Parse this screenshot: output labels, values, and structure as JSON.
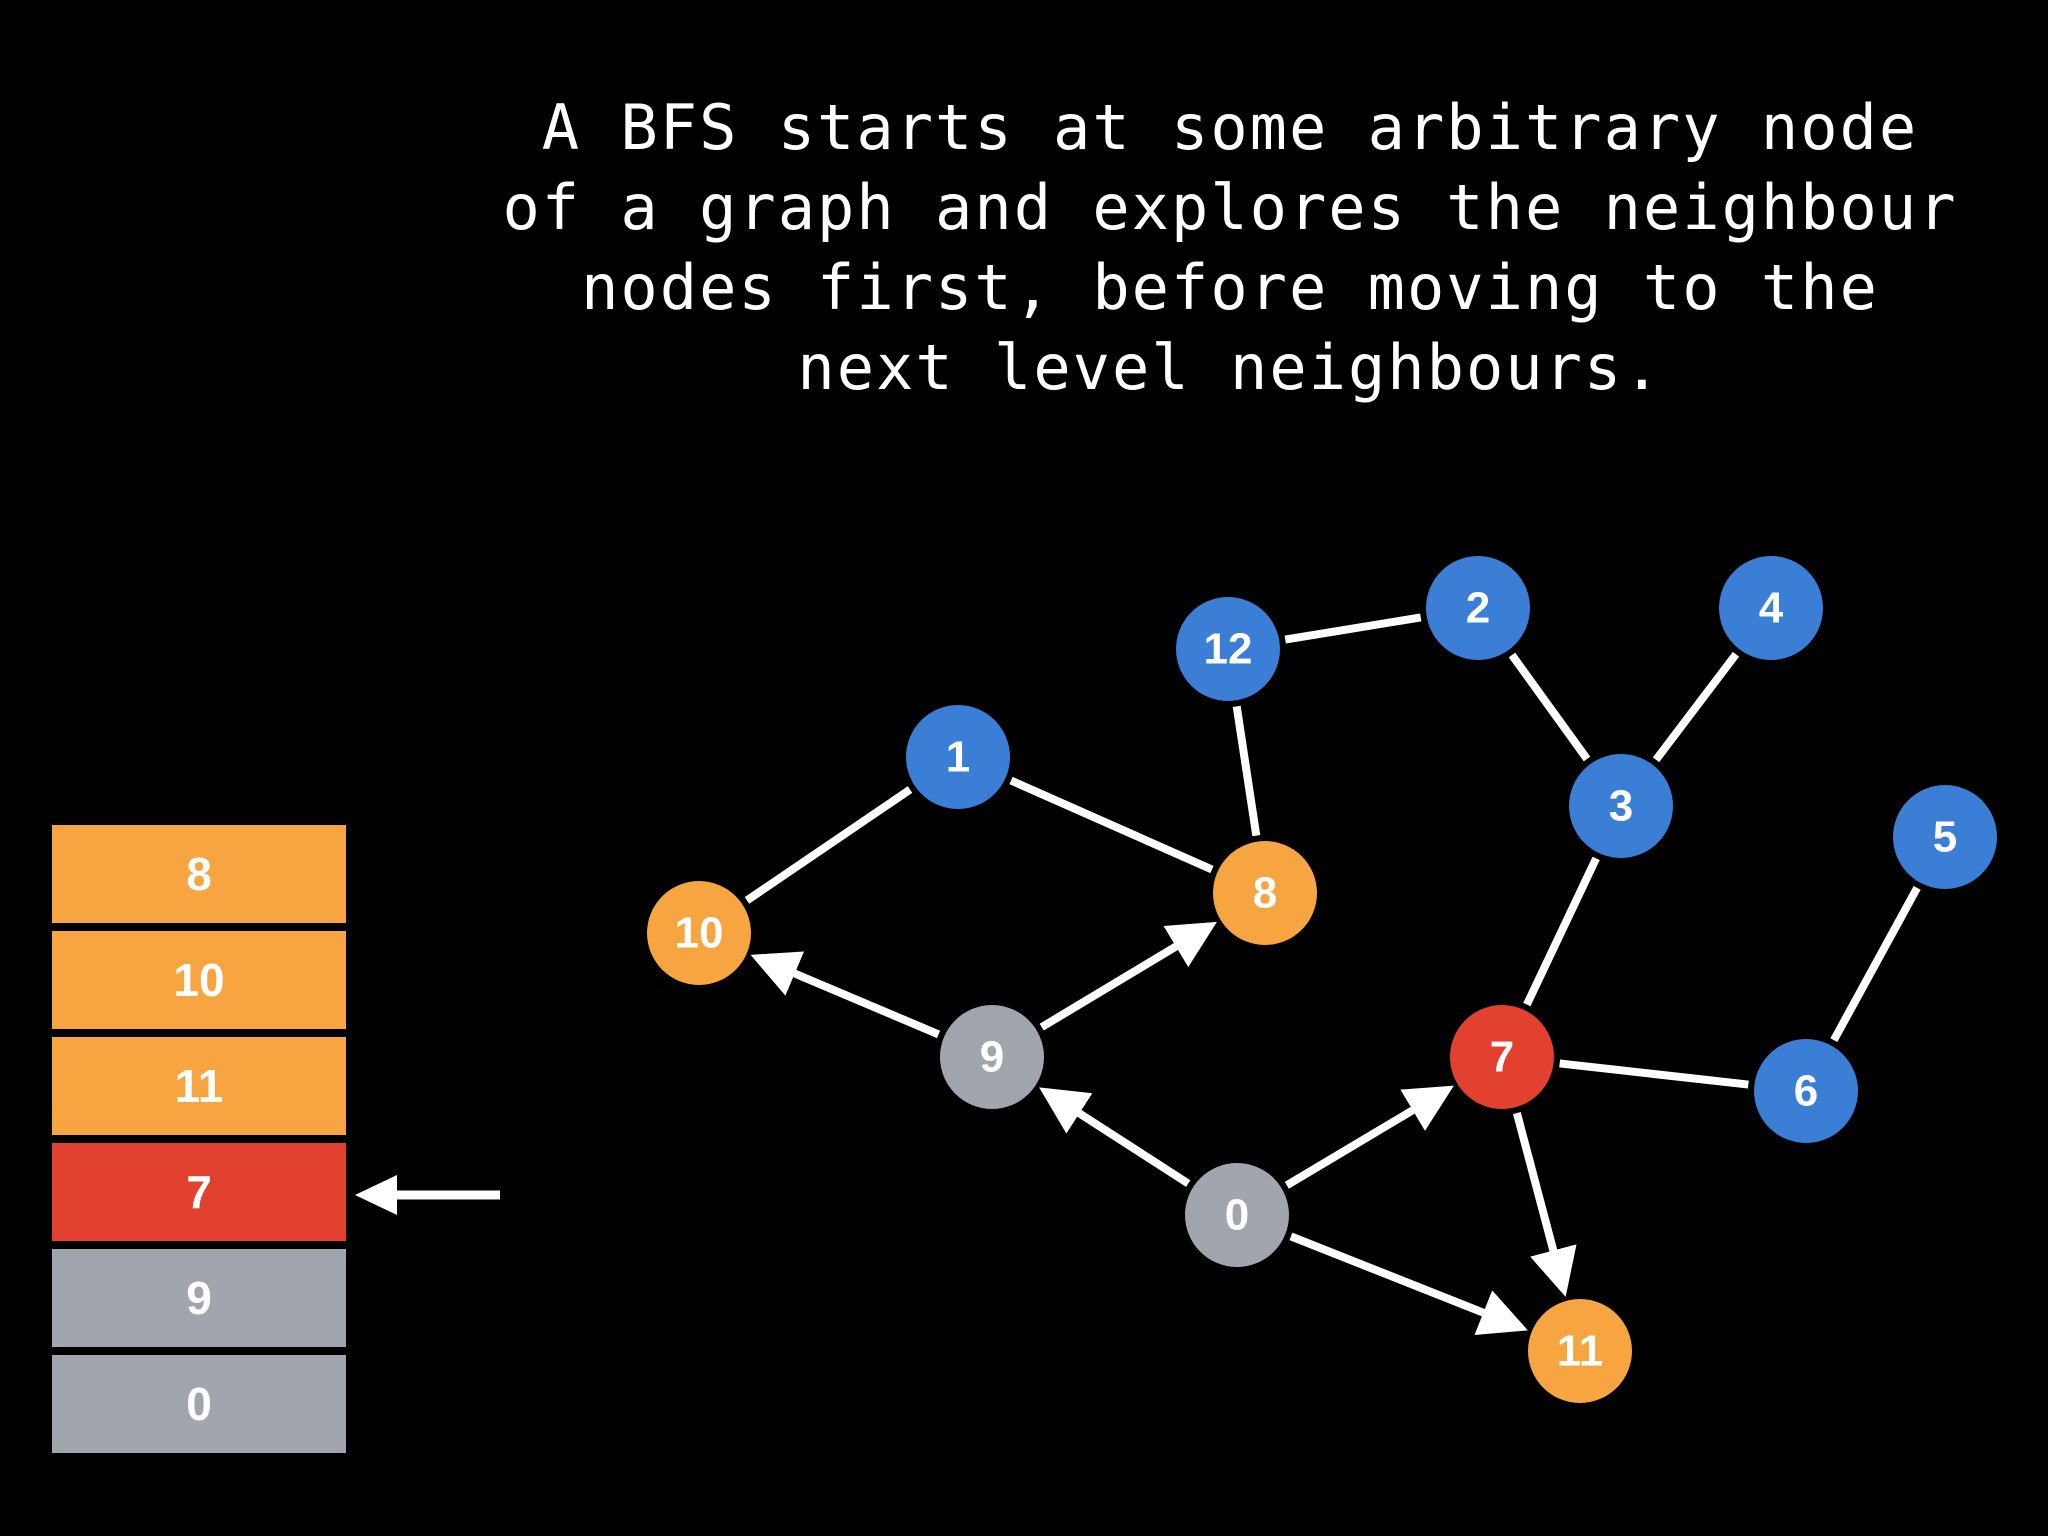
{
  "caption": {
    "lines": [
      "A BFS starts at some arbitrary node",
      "of a graph and explores the neighbour",
      "nodes first, before moving to the",
      "next level neighbours."
    ]
  },
  "colors": {
    "background": "#000000",
    "unvisited": "#3a7fd5",
    "queued": "#f7a541",
    "current": "#e2412f",
    "visited": "#a1a6ae",
    "edge": "#ffffff"
  },
  "queue": {
    "items": [
      {
        "label": "8",
        "state": "queued"
      },
      {
        "label": "10",
        "state": "queued"
      },
      {
        "label": "11",
        "state": "queued"
      },
      {
        "label": "7",
        "state": "current"
      },
      {
        "label": "9",
        "state": "visited"
      },
      {
        "label": "0",
        "state": "visited"
      }
    ],
    "pointer": {
      "icon": "left-arrow-icon",
      "target_index": 3
    }
  },
  "graph": {
    "nodes": [
      {
        "id": "0",
        "label": "0",
        "state": "visited"
      },
      {
        "id": "1",
        "label": "1",
        "state": "unvisited"
      },
      {
        "id": "2",
        "label": "2",
        "state": "unvisited"
      },
      {
        "id": "3",
        "label": "3",
        "state": "unvisited"
      },
      {
        "id": "4",
        "label": "4",
        "state": "unvisited"
      },
      {
        "id": "5",
        "label": "5",
        "state": "unvisited"
      },
      {
        "id": "6",
        "label": "6",
        "state": "unvisited"
      },
      {
        "id": "7",
        "label": "7",
        "state": "current"
      },
      {
        "id": "8",
        "label": "8",
        "state": "queued"
      },
      {
        "id": "9",
        "label": "9",
        "state": "visited"
      },
      {
        "id": "10",
        "label": "10",
        "state": "queued"
      },
      {
        "id": "11",
        "label": "11",
        "state": "queued"
      },
      {
        "id": "12",
        "label": "12",
        "state": "unvisited"
      }
    ],
    "edges": [
      {
        "from": "12",
        "to": "2",
        "directed": false
      },
      {
        "from": "2",
        "to": "3",
        "directed": false
      },
      {
        "from": "4",
        "to": "3",
        "directed": false
      },
      {
        "from": "12",
        "to": "8",
        "directed": false
      },
      {
        "from": "1",
        "to": "10",
        "directed": false
      },
      {
        "from": "1",
        "to": "8",
        "directed": false
      },
      {
        "from": "3",
        "to": "7",
        "directed": false
      },
      {
        "from": "5",
        "to": "6",
        "directed": false
      },
      {
        "from": "7",
        "to": "6",
        "directed": false
      },
      {
        "from": "9",
        "to": "10",
        "directed": true
      },
      {
        "from": "9",
        "to": "8",
        "directed": true
      },
      {
        "from": "0",
        "to": "9",
        "directed": true
      },
      {
        "from": "0",
        "to": "7",
        "directed": true
      },
      {
        "from": "0",
        "to": "11",
        "directed": true
      },
      {
        "from": "7",
        "to": "11",
        "directed": true
      }
    ]
  }
}
